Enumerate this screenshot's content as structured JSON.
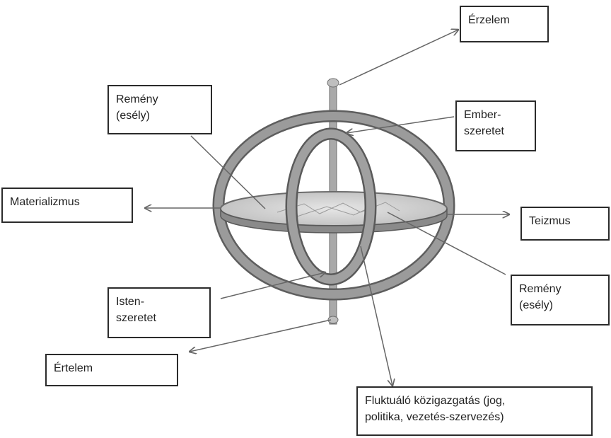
{
  "labels": {
    "erzelem": "Érzelem",
    "remeny_top_line1": "Remény",
    "remeny_top_line2": "(esély)",
    "emberszeretet_line1": "Ember-",
    "emberszeretet_line2": "szeretet",
    "materializmus": "Materializmus",
    "teizmus": "Teizmus",
    "remeny_right_line1": "Remény",
    "remeny_right_line2": "(esély)",
    "istenszeretet_line1": "Isten-",
    "istenszeretet_line2": "szeretet",
    "ertelem": "Értelem",
    "fluktualo_line1": "Fluktuáló közigazgatás (jog,",
    "fluktualo_line2": "politika, vezetés-szervezés)"
  },
  "colors": {
    "gyroscope_ring": "#8f8f8f",
    "gyroscope_ring_dark": "#5a5a5a",
    "arrow": "#666666",
    "box_border": "#2b2b2b"
  }
}
